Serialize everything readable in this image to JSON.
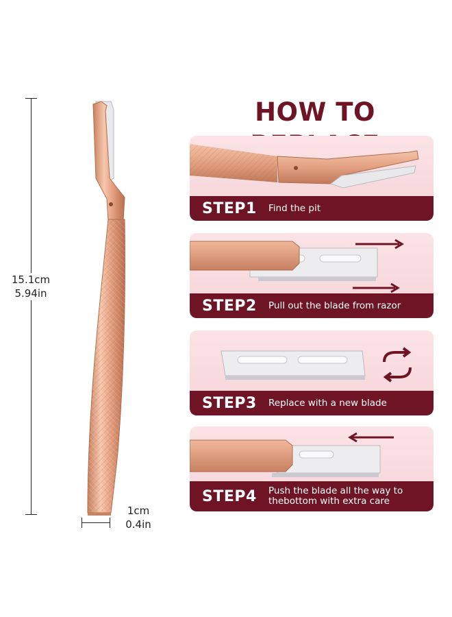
{
  "title": "HOW TO REPLACE",
  "dimensions": {
    "length_cm": "15.1cm",
    "length_in": "5.94in",
    "width_cm": "1cm",
    "width_in": "0.4in"
  },
  "steps": [
    {
      "name": "STEP1",
      "text": "Find the pit"
    },
    {
      "name": "STEP2",
      "text": "Pull out the blade from razor"
    },
    {
      "name": "STEP3",
      "text": "Replace with a new blade"
    },
    {
      "name": "STEP4",
      "text": "Push the blade all the way to thebottom with extra care"
    }
  ],
  "colors": {
    "accent": "#6e1424",
    "card_background": "#f8dadd",
    "rose_gold": "#e8a98a"
  }
}
